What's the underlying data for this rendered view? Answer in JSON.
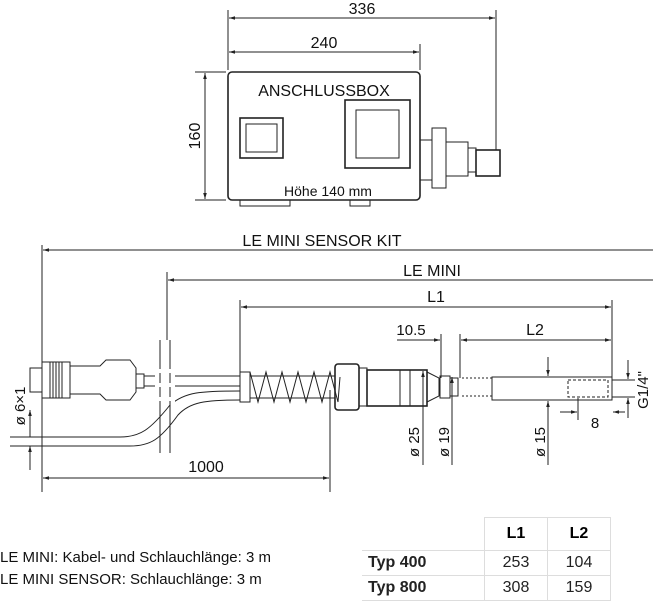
{
  "box": {
    "title": "ANSCHLUSSBOX",
    "height_note": "Höhe 140 mm",
    "dim_total_width": "336",
    "dim_width": "240",
    "dim_height": "160"
  },
  "sensor": {
    "kit_label": "LE MINI SENSOR KIT",
    "mini_label": "LE MINI",
    "dim_l1": "L1",
    "dim_10_5": "10.5",
    "dim_l2": "L2",
    "dim_cable": "ø 6×1",
    "dim_1000": "1000",
    "dim_d25": "ø 25",
    "dim_d19": "ø 19",
    "dim_d15": "ø 15",
    "dim_8": "8",
    "dim_thread": "G1/4\""
  },
  "captions": [
    "LE MINI: Kabel- und Schlauchlänge: 3 m",
    "LE MINI SENSOR: Schlauchlänge: 3 m"
  ],
  "table": {
    "headers": [
      "",
      "L1",
      "L2"
    ],
    "rows": [
      [
        "Typ 400",
        "253",
        "104"
      ],
      [
        "Typ 800",
        "308",
        "159"
      ]
    ]
  }
}
